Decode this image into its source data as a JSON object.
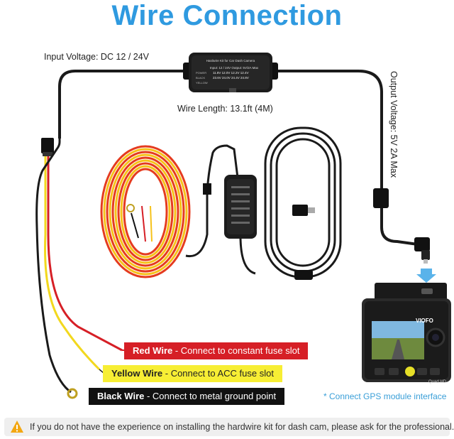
{
  "title": "Wire Connection",
  "input_voltage": "Input Voltage: DC 12 / 24V",
  "output_voltage": "Output Voltage: 5V 2A Max",
  "wire_length": "Wire Length: 13.1ft (4M)",
  "box_label": "Hardwire Kit for Car Dash Camera",
  "box_spec_header": "Input: 12 / 24V  Output: 5V/2A Max",
  "wires": [
    {
      "name": "Red Wire",
      "desc": " - Connect to constant fuse slot",
      "color": "#d61f26"
    },
    {
      "name": "Yellow Wire",
      "desc": " - Connect to ACC fuse slot",
      "color": "#f7ee34"
    },
    {
      "name": "Black Wire",
      "desc": " - Connect to metal ground point",
      "color": "#111111"
    }
  ],
  "camera_brand": "VIOFO",
  "camera_model": "Quad HD",
  "gps_note": "* Connect GPS module interface",
  "warning": "If you do not have the experience on installing the hardwire kit for dash cam, please ask for the professional."
}
